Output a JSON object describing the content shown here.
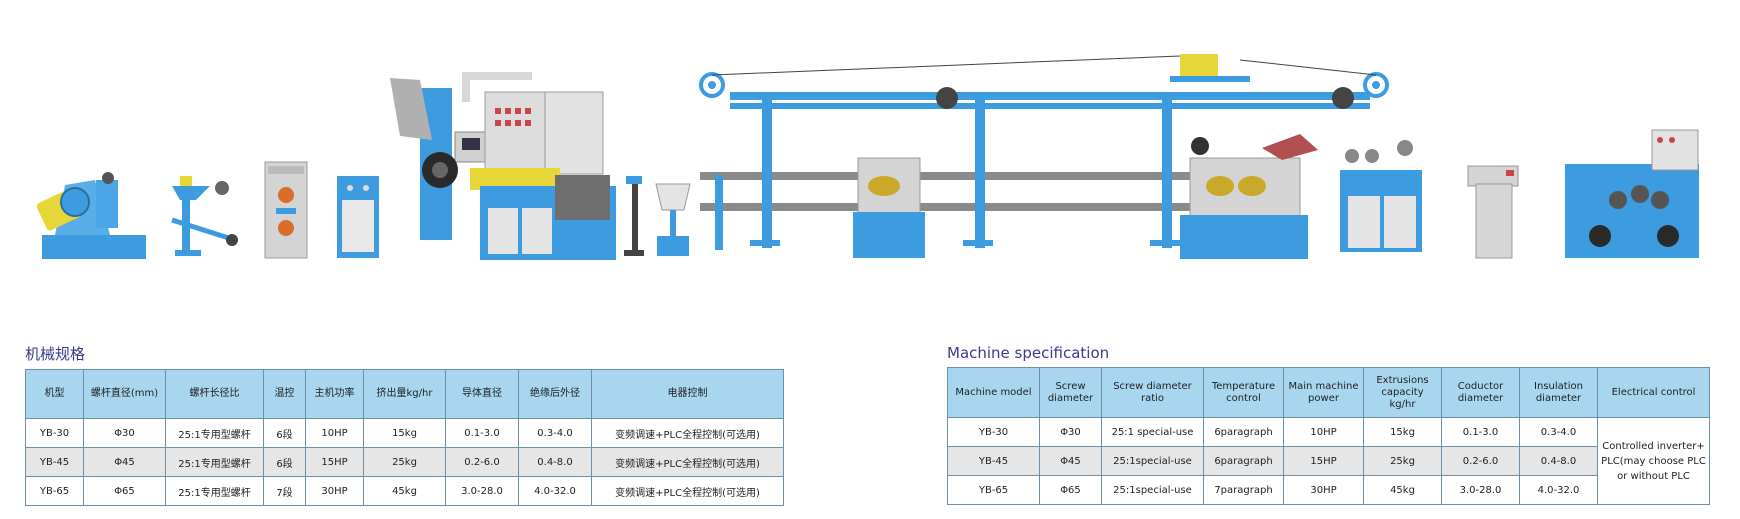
{
  "cn_spec": {
    "title": "机械规格",
    "headers": [
      "机型",
      "螺杆直径(mm)",
      "螺杆长径比",
      "温控",
      "主机功率",
      "挤出量kg/hr",
      "导体直径",
      "绝缘后外径",
      "电器控制"
    ],
    "rows": [
      [
        "YB-30",
        "Φ30",
        "25:1专用型螺杆",
        "6段",
        "10HP",
        "15kg",
        "0.1-3.0",
        "0.3-4.0",
        "变频调速+PLC全程控制(可选用)"
      ],
      [
        "YB-45",
        "Φ45",
        "25:1专用型螺杆",
        "6段",
        "15HP",
        "25kg",
        "0.2-6.0",
        "0.4-8.0",
        "变频调速+PLC全程控制(可选用)"
      ],
      [
        "YB-65",
        "Φ65",
        "25:1专用型螺杆",
        "7段",
        "30HP",
        "45kg",
        "3.0-28.0",
        "4.0-32.0",
        "变频调速+PLC全程控制(可选用)"
      ]
    ]
  },
  "en_spec": {
    "title": "Machine specification",
    "headers": [
      "Machine model",
      "Screw diameter",
      "Screw diameter ratio",
      "Temperature control",
      "Main machine power",
      "Extrusions capacity kg/hr",
      "Coductor diameter",
      "Insulation diameter",
      "Electrical control"
    ],
    "rows": [
      [
        "YB-30",
        "Φ30",
        "25:1 special-use",
        "6paragraph",
        "10HP",
        "15kg",
        "0.1-3.0",
        "0.3-4.0"
      ],
      [
        "YB-45",
        "Φ45",
        "25:1special-use",
        "6paragraph",
        "15HP",
        "25kg",
        "0.2-6.0",
        "0.4-8.0"
      ],
      [
        "YB-65",
        "Φ65",
        "25:1special-use",
        "7paragraph",
        "30HP",
        "45kg",
        "3.0-28.0",
        "4.0-32.0"
      ]
    ],
    "electrical_control": "Controlled inverter+ PLC(may choose PLC or without PLC"
  },
  "colors": {
    "machine_blue": "#3d9be0",
    "machine_grey": "#c8c8c8",
    "header_blue": "#a9d6ef",
    "title_text": "#3a3a8c"
  }
}
